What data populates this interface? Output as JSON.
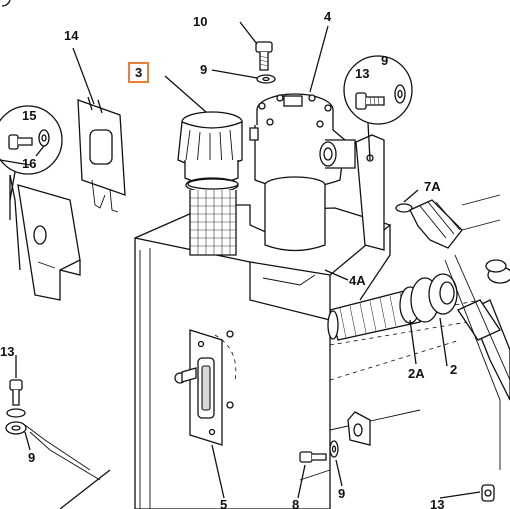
{
  "callouts": [
    {
      "id": "c10",
      "label": "10"
    },
    {
      "id": "c4",
      "label": "4"
    },
    {
      "id": "c14",
      "label": "14"
    },
    {
      "id": "c3",
      "label": "3"
    },
    {
      "id": "c9a",
      "label": "9"
    },
    {
      "id": "c13a",
      "label": "13"
    },
    {
      "id": "c9b",
      "label": "9"
    },
    {
      "id": "c15",
      "label": "15"
    },
    {
      "id": "c16",
      "label": "16"
    },
    {
      "id": "c7A",
      "label": "7A"
    },
    {
      "id": "c4A",
      "label": "4A"
    },
    {
      "id": "c2A",
      "label": "2A"
    },
    {
      "id": "c2",
      "label": "2"
    },
    {
      "id": "c13b",
      "label": "13"
    },
    {
      "id": "c9c",
      "label": "9"
    },
    {
      "id": "c5",
      "label": "5"
    },
    {
      "id": "c8",
      "label": "8"
    },
    {
      "id": "c9d",
      "label": "9"
    },
    {
      "id": "c13c",
      "label": "13"
    }
  ],
  "highlight_color": "#e8803a"
}
